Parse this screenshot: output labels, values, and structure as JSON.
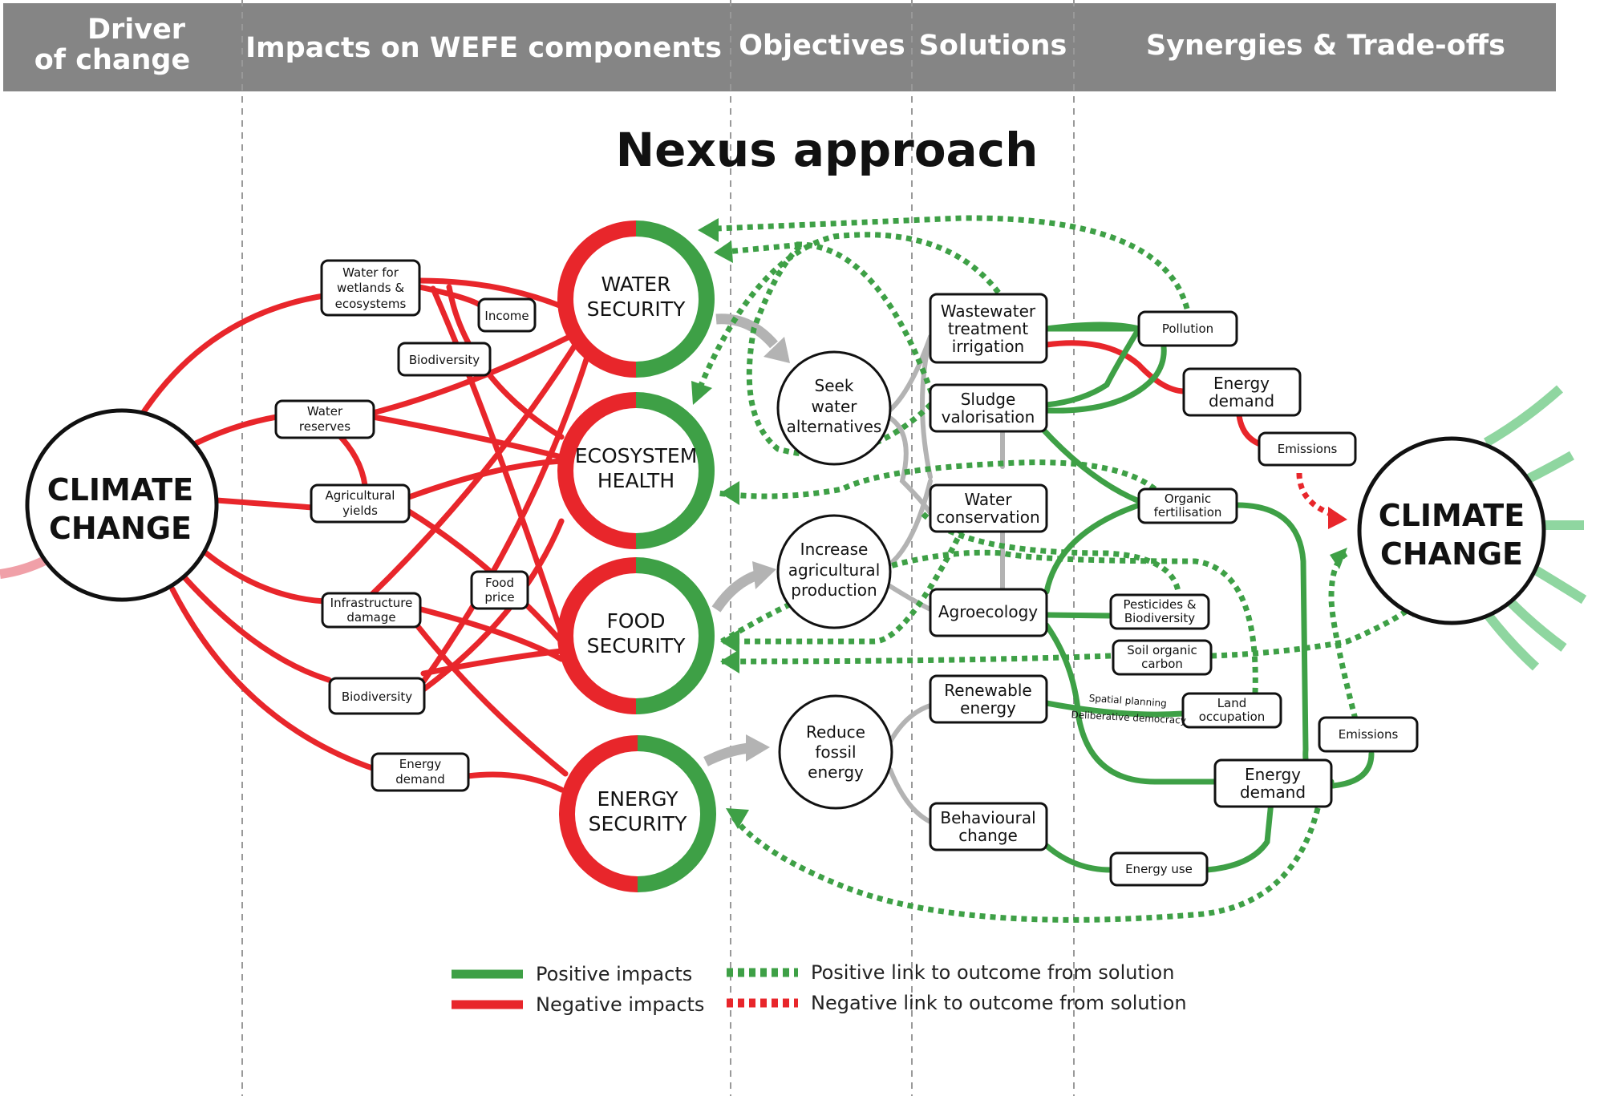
{
  "header": {
    "col_driver_line1": "Driver",
    "col_driver_line2": "of change",
    "col_impacts": "Impacts on WEFE components",
    "col_objectives": "Objectives",
    "col_solutions": "Solutions",
    "col_synergies": "Synergies & Trade-offs"
  },
  "title": "Nexus approach",
  "climate_left": {
    "line1": "CLIMATE",
    "line2": "CHANGE"
  },
  "climate_right": {
    "line1": "CLIMATE",
    "line2": "CHANGE"
  },
  "wefe": {
    "water": {
      "line1": "WATER",
      "line2": "SECURITY"
    },
    "ecosystem": {
      "line1": "ECOSYSTEM",
      "line2": "HEALTH"
    },
    "food": {
      "line1": "FOOD",
      "line2": "SECURITY"
    },
    "energy": {
      "line1": "ENERGY",
      "line2": "SECURITY"
    }
  },
  "impacts": {
    "water_wetlands": {
      "line1": "Water for",
      "line2": "wetlands &",
      "line3": "ecosystems"
    },
    "income": "Income",
    "biodiversity_top": "Biodiversity",
    "water_reserves": {
      "line1": "Water",
      "line2": "reserves"
    },
    "agri_yields": {
      "line1": "Agricultural",
      "line2": "yields"
    },
    "food_price": {
      "line1": "Food",
      "line2": "price"
    },
    "infrastructure": {
      "line1": "Infrastructure",
      "line2": "damage"
    },
    "biodiversity": "Biodiversity",
    "energy_demand": {
      "line1": "Energy",
      "line2": "demand"
    }
  },
  "objectives": {
    "seek_water": {
      "line1": "Seek",
      "line2": "water",
      "line3": "alternatives"
    },
    "increase_agri": {
      "line1": "Increase",
      "line2": "agricultural",
      "line3": "production"
    },
    "reduce_fossil": {
      "line1": "Reduce",
      "line2": "fossil",
      "line3": "energy"
    }
  },
  "solutions": {
    "wastewater": {
      "line1": "Wastewater",
      "line2": "treatment",
      "line3": "irrigation"
    },
    "sludge": {
      "line1": "Sludge",
      "line2": "valorisation"
    },
    "water_conservation": {
      "line1": "Water",
      "line2": "conservation"
    },
    "agroecology": "Agroecology",
    "renewable": {
      "line1": "Renewable",
      "line2": "energy"
    },
    "behavioural": {
      "line1": "Behavioural",
      "line2": "change"
    }
  },
  "synergies": {
    "pollution": "Pollution",
    "energy_demand_top": {
      "line1": "Energy",
      "line2": "demand"
    },
    "emissions_top": "Emissions",
    "organic_fert": {
      "line1": "Organic",
      "line2": "fertilisation"
    },
    "pesticides": {
      "line1": "Pesticides &",
      "line2": "Biodiversity"
    },
    "soil_carbon": {
      "line1": "Soil organic",
      "line2": "carbon"
    },
    "land_occupation": {
      "line1": "Land",
      "line2": "occupation"
    },
    "spatial_planning": "Spatial planning",
    "deliberative": "Deliberative democracy",
    "emissions_bottom": "Emissions",
    "energy_demand_bottom": {
      "line1": "Energy",
      "line2": "demand"
    },
    "energy_use": "Energy use"
  },
  "legend": {
    "positive_impacts": "Positive impacts",
    "negative_impacts": "Negative impacts",
    "positive_link": "Positive link to outcome from solution",
    "negative_link": "Negative link to outcome from solution"
  },
  "colors": {
    "header_bg": "#858585",
    "positive": "#3ea046",
    "negative": "#e8262b",
    "objective_link": "#b3b3b3",
    "faded_positive": "#8fd6a0",
    "faded_negative": "#f0a0a8"
  }
}
